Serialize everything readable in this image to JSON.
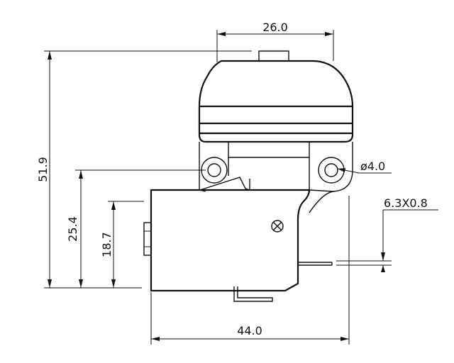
{
  "dimensions": {
    "top_width": "26.0",
    "overall_height": "51.9",
    "mount_height": "25.4",
    "body_height": "18.7",
    "hole_diameter": "ø4.0",
    "terminal_size": "6.3X0.8",
    "overall_width": "44.0"
  },
  "colors": {
    "line": "#111111",
    "background": "#ffffff"
  },
  "symbols": {
    "pivot": "cross-circle-icon"
  }
}
